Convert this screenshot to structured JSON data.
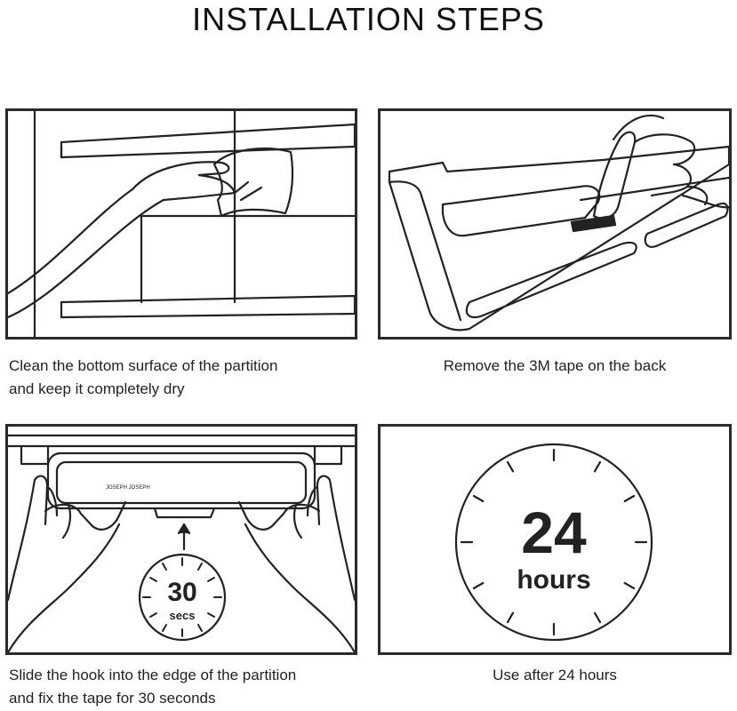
{
  "title": "INSTALLATION STEPS",
  "steps": [
    {
      "caption_line1": "Clean the bottom surface of the partition",
      "caption_line2": "and keep it completely dry"
    },
    {
      "caption_line1": "Remove the 3M tape on the back",
      "caption_line2": ""
    },
    {
      "caption_line1": "Slide the hook into the edge of the partition",
      "caption_line2": "and fix the tape for 30 seconds"
    },
    {
      "caption_line1": "Use after 24 hours",
      "caption_line2": ""
    }
  ],
  "timer": {
    "number": "30",
    "unit": "secs"
  },
  "clock": {
    "number": "24",
    "unit": "hours"
  },
  "product_label": "JOSEPH JOSEPH"
}
